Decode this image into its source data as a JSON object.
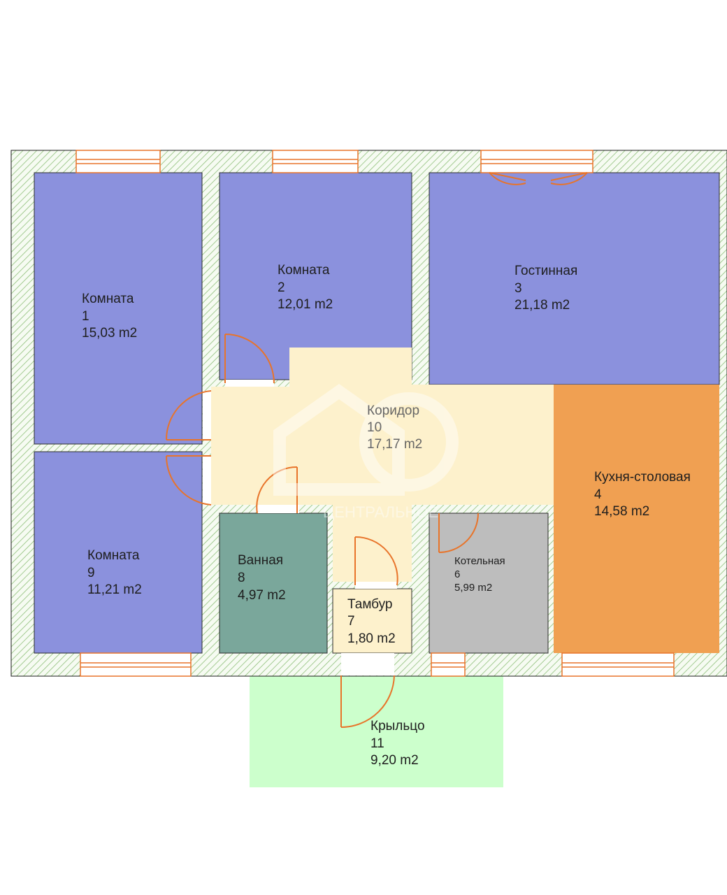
{
  "rooms": [
    {
      "id": "room-1",
      "name": "Комната",
      "number": "1",
      "area": "15,03 m2",
      "color": "#8b91dd"
    },
    {
      "id": "room-2",
      "name": "Комната",
      "number": "2",
      "area": "12,01 m2",
      "color": "#8b91dd"
    },
    {
      "id": "room-3",
      "name": "Гостинная",
      "number": "3",
      "area": "21,18 m2",
      "color": "#8b91dd"
    },
    {
      "id": "room-4",
      "name": "Кухня-столовая",
      "number": "4",
      "area": "14,58 m2",
      "color": "#f0a052"
    },
    {
      "id": "room-6",
      "name": "Котельная",
      "number": "6",
      "area": "5,99 m2",
      "color": "#bdbdbd"
    },
    {
      "id": "room-7",
      "name": "Тамбур",
      "number": "7",
      "area": "1,80 m2",
      "color": "#fdf1cc"
    },
    {
      "id": "room-8",
      "name": "Ванная",
      "number": "8",
      "area": "4,97 m2",
      "color": "#7aa79b"
    },
    {
      "id": "room-9",
      "name": "Комната",
      "number": "9",
      "area": "11,21 m2",
      "color": "#8b91dd"
    },
    {
      "id": "room-10",
      "name": "Коридор",
      "number": "10",
      "area": "17,17 m2",
      "color": "#fdf1cc"
    },
    {
      "id": "room-11",
      "name": "Крыльцо",
      "number": "11",
      "area": "9,20 m2",
      "color": "#ccffcc"
    }
  ],
  "watermark": {
    "text": "ЦЕНТРАЛЬНОЕ"
  },
  "colors": {
    "wall_fill": "#f6fbf2",
    "wall_hatch": "#8fc07a",
    "door": "#e8742a",
    "window": "#e8742a",
    "wall_outline": "#1a1a1a"
  }
}
